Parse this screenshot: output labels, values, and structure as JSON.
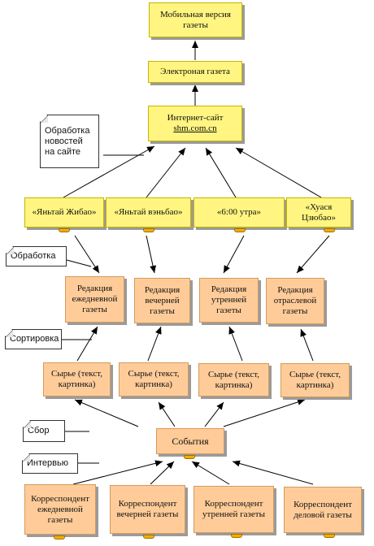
{
  "nodes": {
    "mobile": "Мобильная версия газеты",
    "electronic": "Электроная газета",
    "site_line1": "Интернет-сайт",
    "site_line2": "shm.com.cn",
    "paper1": "«Яньтай Жибао»",
    "paper2": "«Яньтай вэньбао»",
    "paper3": "«6:00 утра»",
    "paper4": "«Хуася Цзюбао»",
    "ed1": "Редакция ежедневной газеты",
    "ed2": "Редакция вечерней газеты",
    "ed3": "Редакция утренней газеты",
    "ed4": "Редакция отраслевой газеты",
    "raw1": "Сырье (текст, картинка)",
    "raw2": "Сырье (текст, картинка)",
    "raw3": "Сырье (текст, картинка)",
    "raw4": "Сырье (текст, картинка)",
    "events": "События",
    "corr1": "Корреспондент ежедневной газеты",
    "corr2": "Корреспондент вечерней газеты",
    "corr3": "Корреспондент утренней газеты",
    "corr4": "Корреспондент деловой газеты"
  },
  "notes": {
    "site_processing": "Обработка новостей на сайте",
    "processing": "Обработка",
    "sorting": "Сортировка",
    "collection": "Сбор",
    "interview": "Интервью"
  },
  "colors": {
    "yellow_fill": "#fff580",
    "peach_fill": "#ffcc99",
    "edge": "#000000"
  }
}
